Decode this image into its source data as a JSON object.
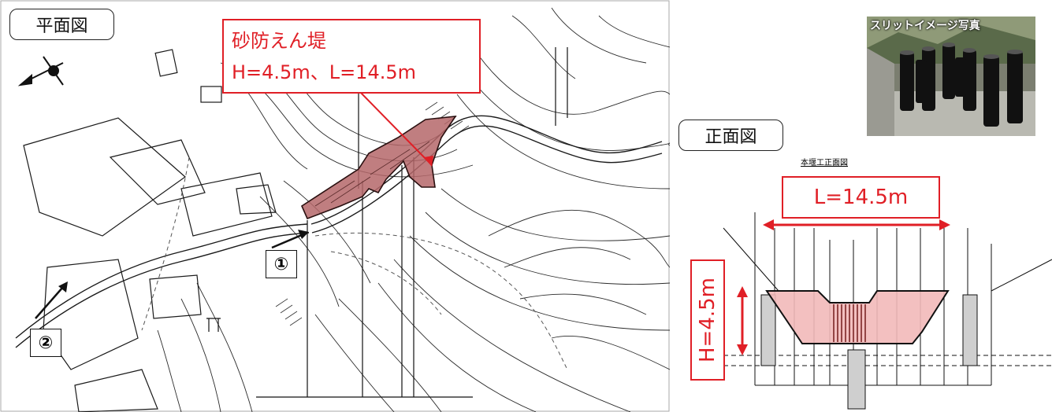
{
  "plan_view": {
    "title": "平面図",
    "callout_name": "砂防えん堤",
    "callout_dims": "H=4.5m、L=14.5m",
    "markers": [
      "①",
      "②"
    ]
  },
  "photo": {
    "caption": "スリットイメージ写真"
  },
  "front_view": {
    "title": "正面図",
    "drawing_title": "本堰工正面図",
    "dimension_length": "L=14.5m",
    "dimension_height": "H=4.5m"
  },
  "colors": {
    "callout_red": "#e01f26",
    "dam_fill": "#b5676a",
    "front_fill": "#f2b9b9",
    "line": "#1a1a1a"
  }
}
